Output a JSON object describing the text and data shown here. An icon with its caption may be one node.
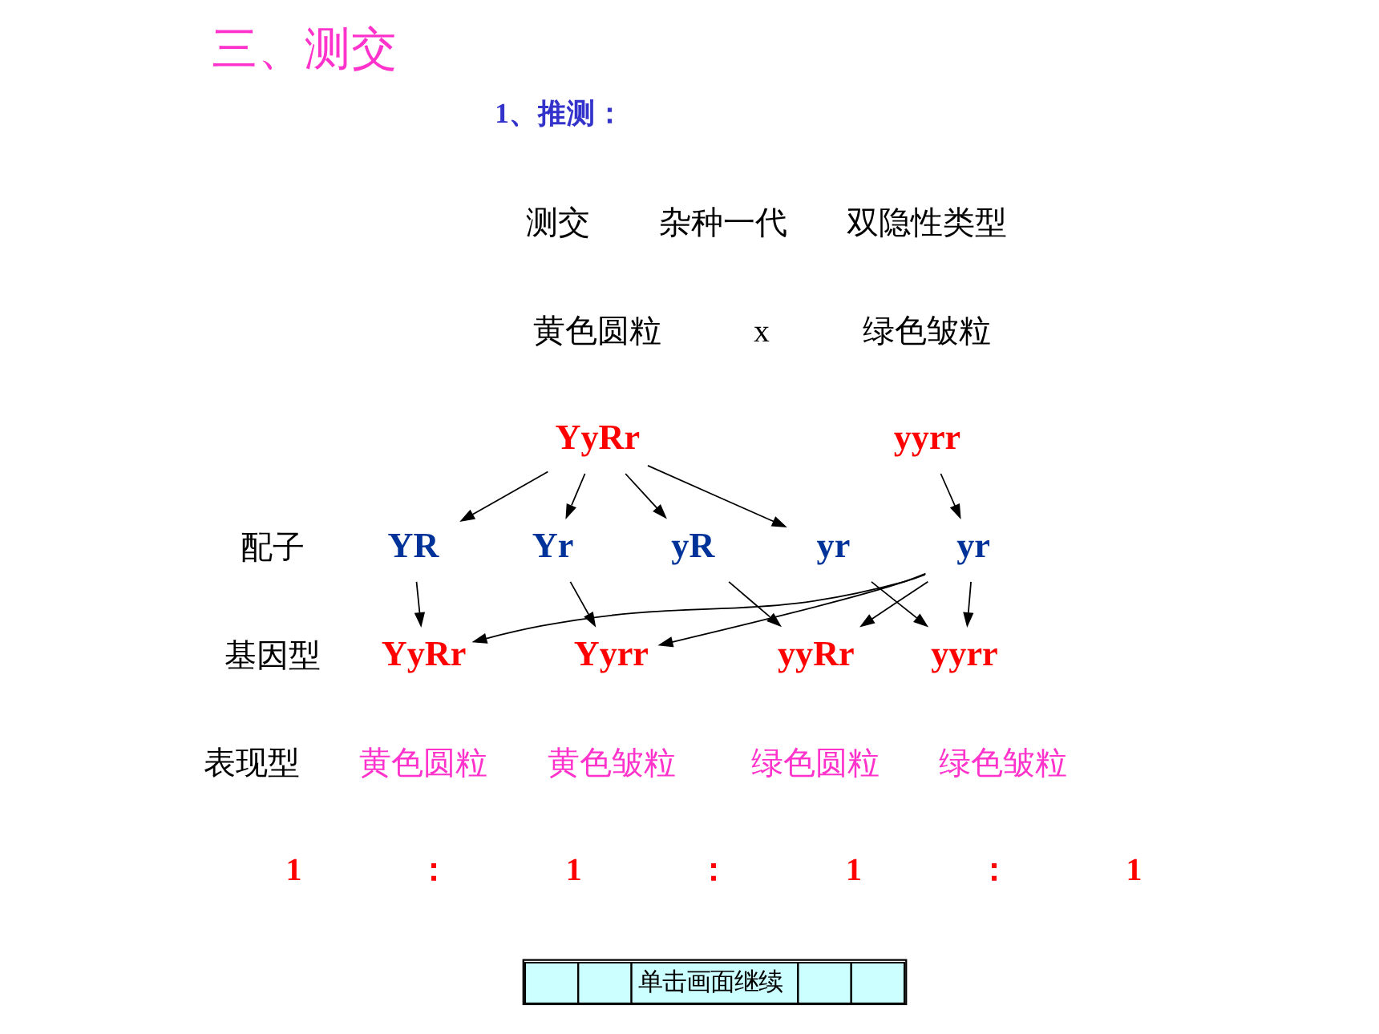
{
  "diagram": {
    "title": "三、测交",
    "nodes": [
      {
        "text": [
          "YyRr"
        ]
      },
      {
        "text": [
          "yyrr"
        ]
      },
      {
        "text": [
          "YR"
        ]
      },
      {
        "text": [
          "Yr"
        ]
      },
      {
        "text": [
          "yR"
        ]
      },
      {
        "text": [
          "yr"
        ]
      },
      {
        "text": [
          "yr"
        ]
      },
      {
        "text": [
          "YyRr"
        ]
      },
      {
        "text": [
          "Yyrr"
        ]
      },
      {
        "text": [
          "yyRr"
        ]
      },
      {
        "text": [
          "yyrr"
        ]
      }
    ],
    "edges": [
      {
        "from": 0,
        "to": 2,
        "arrow": "to"
      },
      {
        "from": 0,
        "to": 3,
        "arrow": "to"
      },
      {
        "from": 0,
        "to": 4,
        "arrow": "to"
      },
      {
        "from": 0,
        "to": 5,
        "arrow": "to"
      },
      {
        "from": 1,
        "to": 6,
        "arrow": "to"
      },
      {
        "from": 2,
        "to": 7,
        "arrow": "to"
      },
      {
        "from": 6,
        "to": 7,
        "arrow": "to"
      },
      {
        "from": 3,
        "to": 8,
        "arrow": "to"
      },
      {
        "from": 6,
        "to": 8,
        "arrow": "to"
      },
      {
        "from": 4,
        "to": 9,
        "arrow": "to"
      },
      {
        "from": 6,
        "to": 9,
        "arrow": "to"
      },
      {
        "from": 5,
        "to": 10,
        "arrow": "to"
      },
      {
        "from": 6,
        "to": 10,
        "arrow": "to"
      }
    ],
    "labels": [
      "1、推测：",
      "测交",
      "杂种一代",
      "双隐性类型",
      "黄色圆粒",
      "x",
      "绿色皱粒",
      "配子",
      "基因型",
      "表现型",
      "黄色圆粒",
      "黄色皱粒",
      "绿色圆粒",
      "绿色皱粒",
      "1",
      "：",
      "1",
      "：",
      "1",
      "：",
      "1",
      "单击画面继续"
    ]
  }
}
